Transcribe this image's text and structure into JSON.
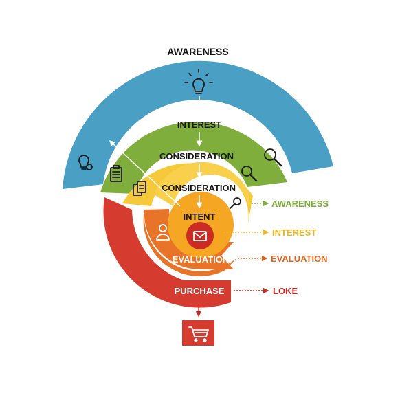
{
  "title": "AWARENESS",
  "stages": {
    "interest": "INTEREST",
    "consideration_outer": "CONSIDERATION",
    "consideration_inner": "CONSIDERATION",
    "intent": "INTENT",
    "evaluation": "EVALUATION",
    "purchase": "PURCHASE"
  },
  "side_labels": [
    {
      "text": "AWARENESS",
      "color": "#7fae3d"
    },
    {
      "text": "INTEREST",
      "color": "#f2b824"
    },
    {
      "text": "EVALUATION",
      "color": "#e0661f"
    },
    {
      "text": "LOKE",
      "color": "#cc2b23"
    }
  ],
  "colors": {
    "awareness": "#4a9fc4",
    "interest": "#7fae3d",
    "consideration": "#f6c93b",
    "consideration_inner": "#f8d04c",
    "intent": "#f5a623",
    "evaluation": "#e8742a",
    "purchase": "#d63b2f",
    "core": "#cc2b23"
  },
  "icons": [
    "lightbulb-icon",
    "lightbulb-cycle-icon",
    "clipboard-icon",
    "magnifier-icon",
    "documents-icon",
    "person-icon",
    "envelope-icon",
    "shopping-cart-icon"
  ]
}
